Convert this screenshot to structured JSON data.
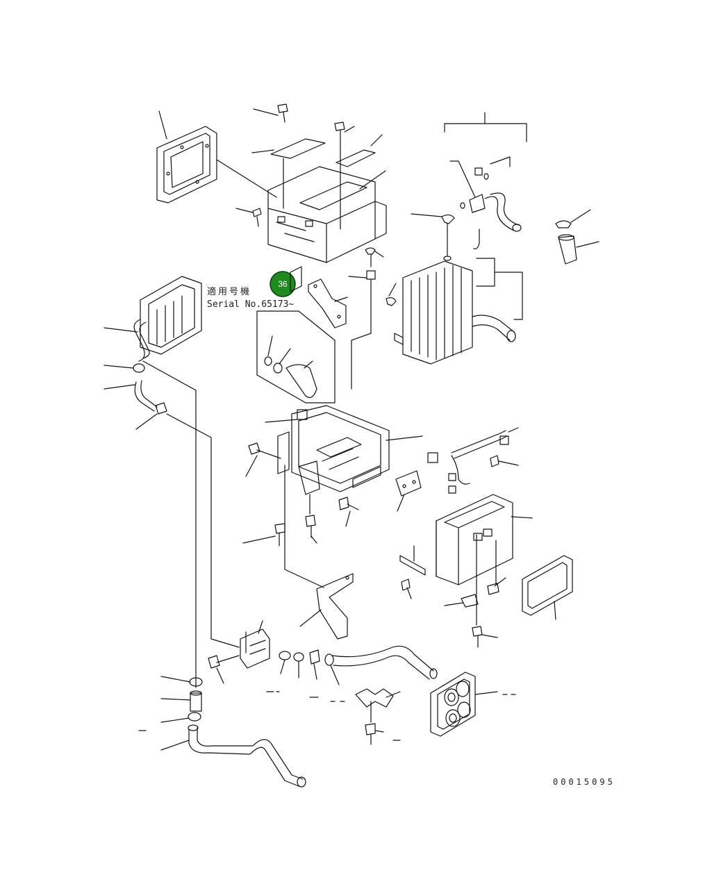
{
  "applicability": {
    "label_jp": "適用号機",
    "serial_label": "Serial No.65173~"
  },
  "callout": {
    "number": "36",
    "color": "#1e8a1e"
  },
  "drawing_code": "00015095"
}
